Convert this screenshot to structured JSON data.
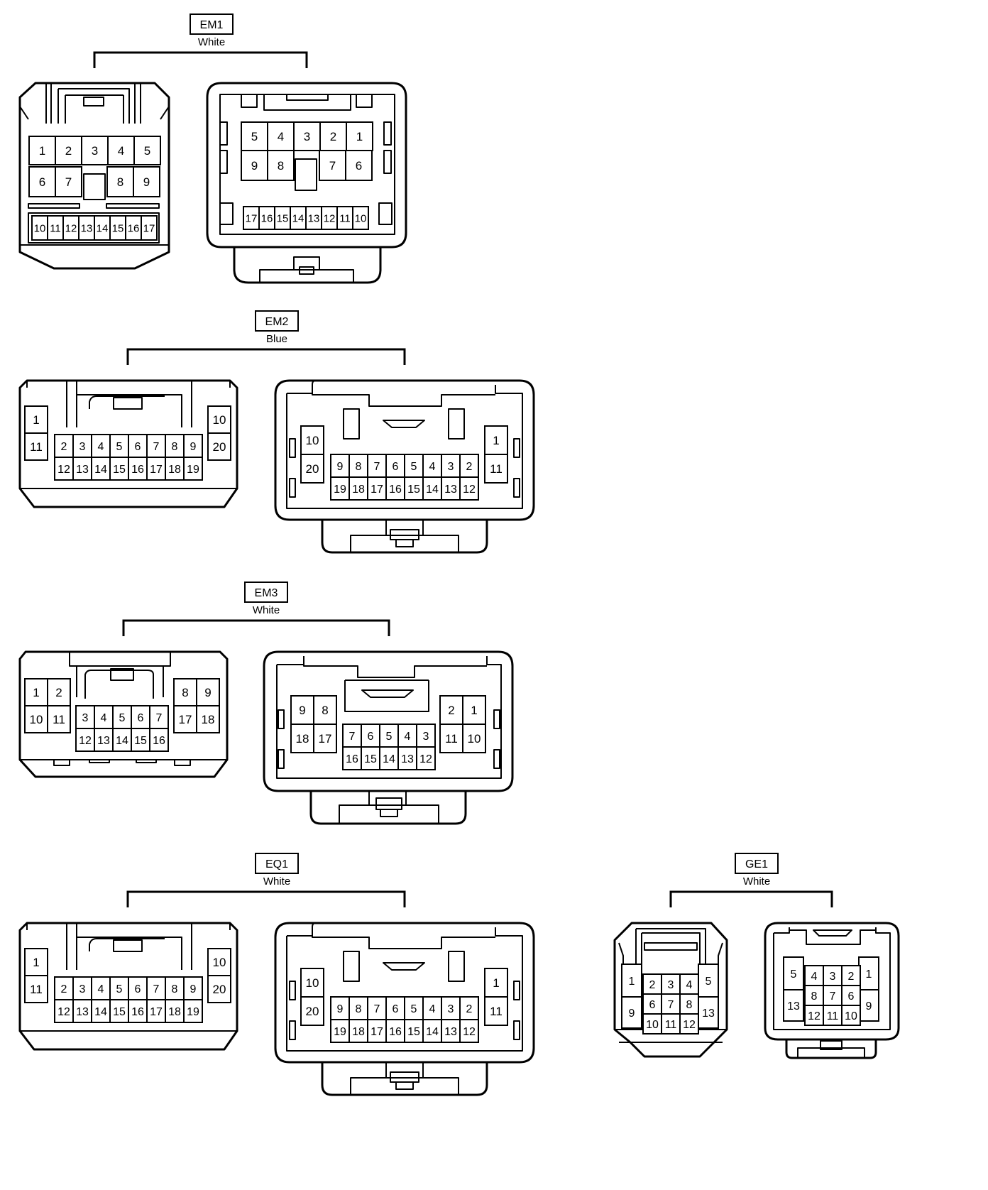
{
  "connectors": [
    {
      "id": "EM1",
      "name": "EM1",
      "color": "White",
      "male": {
        "cells": [
          [
            "1",
            "2",
            "3",
            "4",
            "5",
            "6",
            "7",
            "8",
            "9"
          ],
          [
            "10",
            "11",
            "12",
            "13",
            "14",
            "15",
            "16",
            "17"
          ]
        ]
      },
      "female": {
        "cells": [
          [
            "5",
            "4",
            "3",
            "2",
            "1",
            "9",
            "8",
            "7",
            "6"
          ],
          [
            "17",
            "16",
            "15",
            "14",
            "13",
            "12",
            "11",
            "10"
          ]
        ]
      }
    },
    {
      "id": "EM2",
      "name": "EM2",
      "color": "Blue",
      "male": {
        "left": [
          "1",
          "11"
        ],
        "right": [
          "10",
          "20"
        ],
        "top": [
          "2",
          "3",
          "4",
          "5",
          "6",
          "7",
          "8",
          "9"
        ],
        "bottom": [
          "12",
          "13",
          "14",
          "15",
          "16",
          "17",
          "18",
          "19"
        ]
      },
      "female": {
        "left": [
          "10",
          "20"
        ],
        "right": [
          "1",
          "11"
        ],
        "top": [
          "9",
          "8",
          "7",
          "6",
          "5",
          "4",
          "3",
          "2"
        ],
        "bottom": [
          "19",
          "18",
          "17",
          "16",
          "15",
          "14",
          "13",
          "12"
        ]
      }
    },
    {
      "id": "EM3",
      "name": "EM3",
      "color": "White",
      "male": {
        "left": [
          [
            "1",
            "2"
          ],
          [
            "10",
            "11"
          ]
        ],
        "right": [
          [
            "8",
            "9"
          ],
          [
            "17",
            "18"
          ]
        ],
        "top": [
          "3",
          "4",
          "5",
          "6",
          "7"
        ],
        "bottom": [
          "12",
          "13",
          "14",
          "15",
          "16"
        ]
      },
      "female": {
        "left": [
          [
            "9",
            "8"
          ],
          [
            "18",
            "17"
          ]
        ],
        "right": [
          [
            "2",
            "1"
          ],
          [
            "11",
            "10"
          ]
        ],
        "top": [
          "7",
          "6",
          "5",
          "4",
          "3"
        ],
        "bottom": [
          "16",
          "15",
          "14",
          "13",
          "12"
        ]
      }
    },
    {
      "id": "EQ1",
      "name": "EQ1",
      "color": "White",
      "male": {
        "left": [
          "1",
          "11"
        ],
        "right": [
          "10",
          "20"
        ],
        "top": [
          "2",
          "3",
          "4",
          "5",
          "6",
          "7",
          "8",
          "9"
        ],
        "bottom": [
          "12",
          "13",
          "14",
          "15",
          "16",
          "17",
          "18",
          "19"
        ]
      },
      "female": {
        "left": [
          "10",
          "20"
        ],
        "right": [
          "1",
          "11"
        ],
        "top": [
          "9",
          "8",
          "7",
          "6",
          "5",
          "4",
          "3",
          "2"
        ],
        "bottom": [
          "19",
          "18",
          "17",
          "16",
          "15",
          "14",
          "13",
          "12"
        ]
      }
    },
    {
      "id": "GE1",
      "name": "GE1",
      "color": "White",
      "male": {
        "left": [
          "1",
          "9"
        ],
        "right": [
          "5",
          "13"
        ],
        "grid": [
          [
            "2",
            "3",
            "4"
          ],
          [
            "6",
            "7",
            "8"
          ],
          [
            "10",
            "11",
            "12"
          ]
        ]
      },
      "female": {
        "left": [
          "5",
          "13"
        ],
        "right": [
          "1",
          "9"
        ],
        "grid": [
          [
            "4",
            "3",
            "2"
          ],
          [
            "8",
            "7",
            "6"
          ],
          [
            "12",
            "11",
            "10"
          ]
        ]
      }
    }
  ]
}
